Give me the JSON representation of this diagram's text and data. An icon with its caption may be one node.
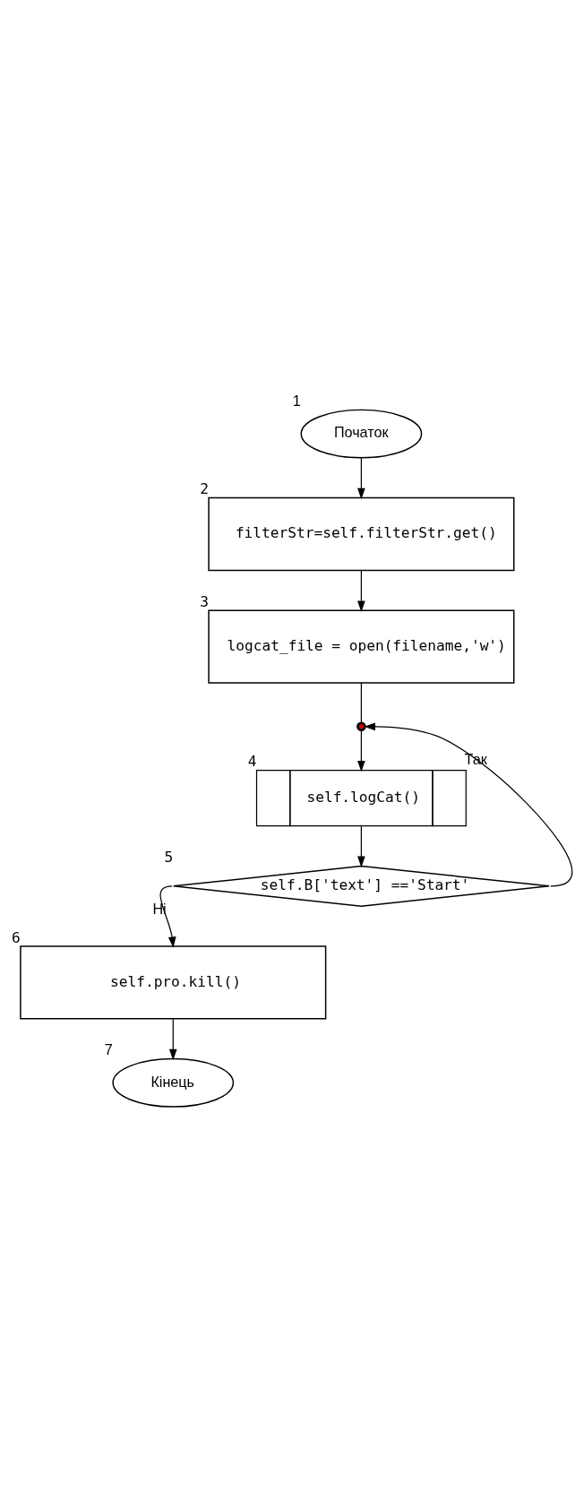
{
  "diagram": {
    "nodes": [
      {
        "text": [
          "Початок"
        ],
        "beside": [
          "1"
        ]
      },
      {
        "text": [
          "filterStr=self.filterStr.get()"
        ],
        "beside": [
          "2"
        ]
      },
      {
        "text": [
          "logcat_file = open(filename,'w')"
        ],
        "beside": [
          "3"
        ]
      },
      {
        "text": [],
        "shape": "circle"
      },
      {
        "text": [
          "self.logCat()"
        ],
        "beside": [
          "4"
        ]
      },
      {
        "text": [
          "self.B['text'] =='Start'"
        ],
        "beside": [
          "5"
        ]
      },
      {
        "text": [
          "self.pro.kill()"
        ],
        "beside": [
          "6"
        ]
      },
      {
        "text": [
          "Кінець"
        ],
        "beside": [
          "7"
        ]
      }
    ],
    "edges": [
      {
        "from": 0,
        "to": 1,
        "arrow": "to"
      },
      {
        "from": 1,
        "to": 2,
        "arrow": "to"
      },
      {
        "from": 2,
        "to": 3,
        "arrow": "none"
      },
      {
        "from": 3,
        "to": 4,
        "arrow": "to"
      },
      {
        "from": 4,
        "to": 5,
        "arrow": "to"
      },
      {
        "from": 5,
        "to": 3,
        "arrow": "to",
        "label": "Так"
      },
      {
        "from": 5,
        "to": 6,
        "arrow": "to",
        "label": "Ні"
      },
      {
        "from": 6,
        "to": 7,
        "arrow": "to"
      }
    ]
  }
}
